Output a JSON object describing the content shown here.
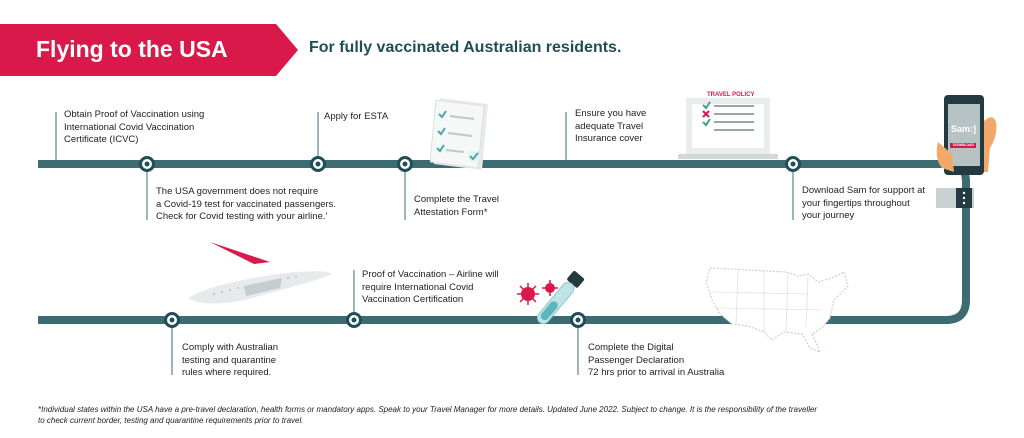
{
  "header": {
    "title": "Flying to the USA",
    "subtitle": "For fully vaccinated Australian residents."
  },
  "steps_top": [
    {
      "id": "icvc",
      "text": "Obtain Proof of Vaccination using\nInternational Covid Vaccination\nCertificate (ICVC)"
    },
    {
      "id": "covid-test",
      "text": "The USA government does not require\na Covid-19 test for vaccinated passengers.\nCheck for Covid testing with your airline.'"
    },
    {
      "id": "esta",
      "text": "Apply for ESTA"
    },
    {
      "id": "attestation",
      "text": "Complete the Travel\nAttestation Form*"
    },
    {
      "id": "insurance",
      "text": "Ensure you have\nadequate Travel\nInsurance cover"
    },
    {
      "id": "sam",
      "text": "Download Sam for support at\nyour fingertips throughout\nyour journey"
    }
  ],
  "steps_bottom": [
    {
      "id": "quarantine",
      "text": "Comply with Australian\ntesting and quarantine\nrules where required."
    },
    {
      "id": "airline-proof",
      "text": "Proof of Vaccination – Airline will\nrequire International Covid\nVaccination Certification"
    },
    {
      "id": "declaration",
      "text": "Complete the Digital\nPassenger Declaration\n72 hrs prior to arrival in Australia"
    }
  ],
  "illustrations": {
    "travel_policy_label": "TRAVEL POLICY",
    "phone_app_label": "Sam:]",
    "phone_button_label": "DOWNLOAD"
  },
  "footnote": "*Individual states within the USA have a pre-travel declaration, health forms or mandatory apps. Speak to your Travel Manager for more details. Updated June 2022. Subject to change. It is the responsibility of the traveller\nto check current border, testing and quarantine requirements prior to travel.",
  "colors": {
    "banner": "#d8194a",
    "track": "#3d6b72",
    "heading": "#1f4f55"
  }
}
